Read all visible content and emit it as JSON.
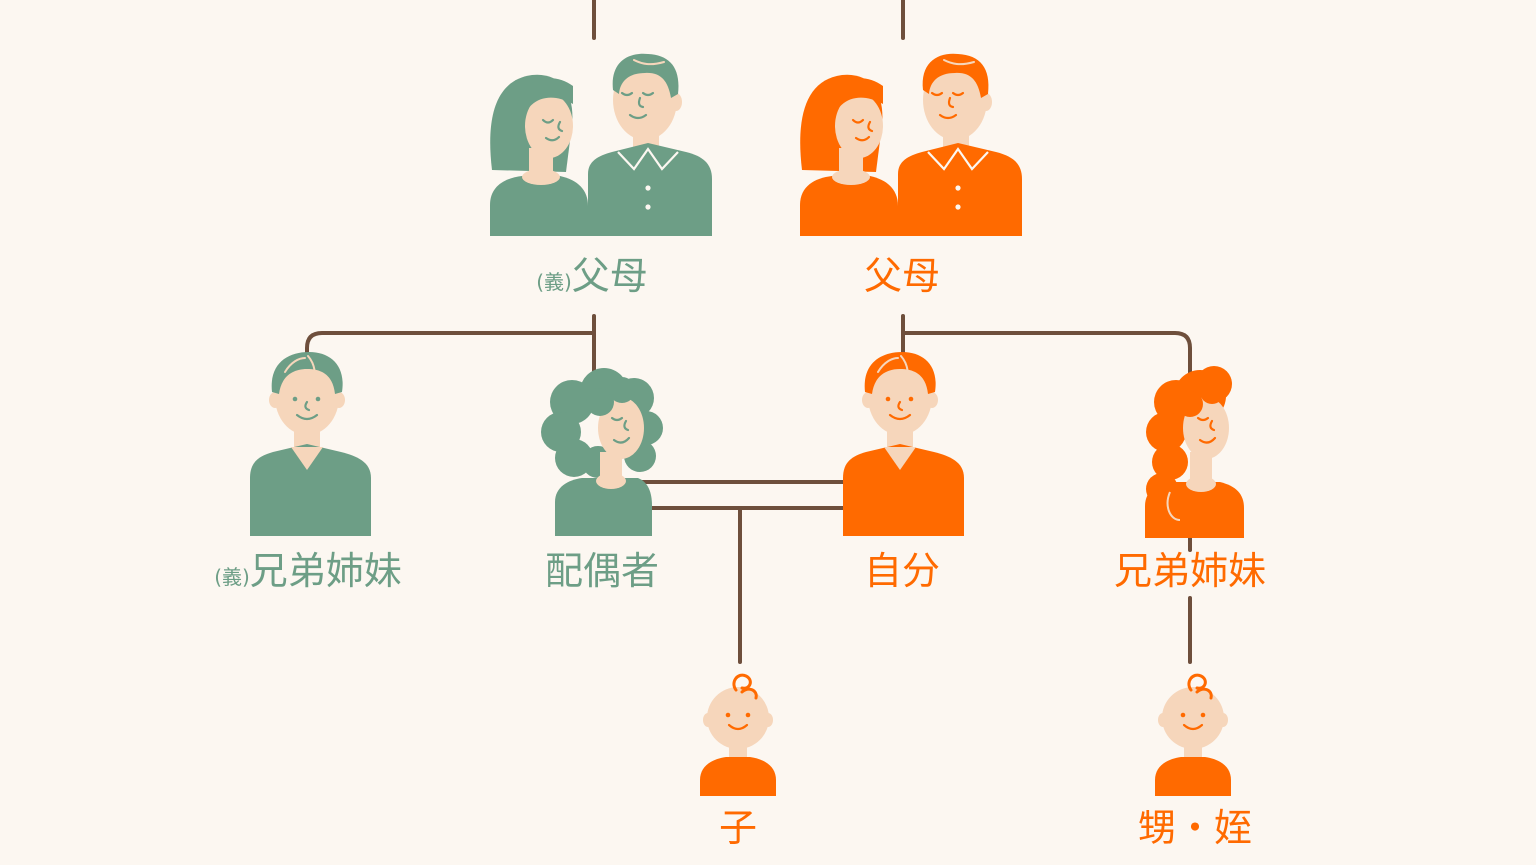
{
  "colors": {
    "background": "#fcf7f1",
    "green": "#6d9e86",
    "orange": "#ff6a00",
    "skin": "#f6d6bb",
    "line": "#6e4f3c"
  },
  "labels": {
    "in_law_parents": {
      "prefix": "(義)",
      "text": "父母"
    },
    "parents": "父母",
    "in_law_siblings": {
      "prefix": "(義)",
      "text": "兄弟姉妹"
    },
    "spouse": "配偶者",
    "self": "自分",
    "siblings": "兄弟姉妹",
    "child": "子",
    "nephew_niece": "甥・姪"
  }
}
